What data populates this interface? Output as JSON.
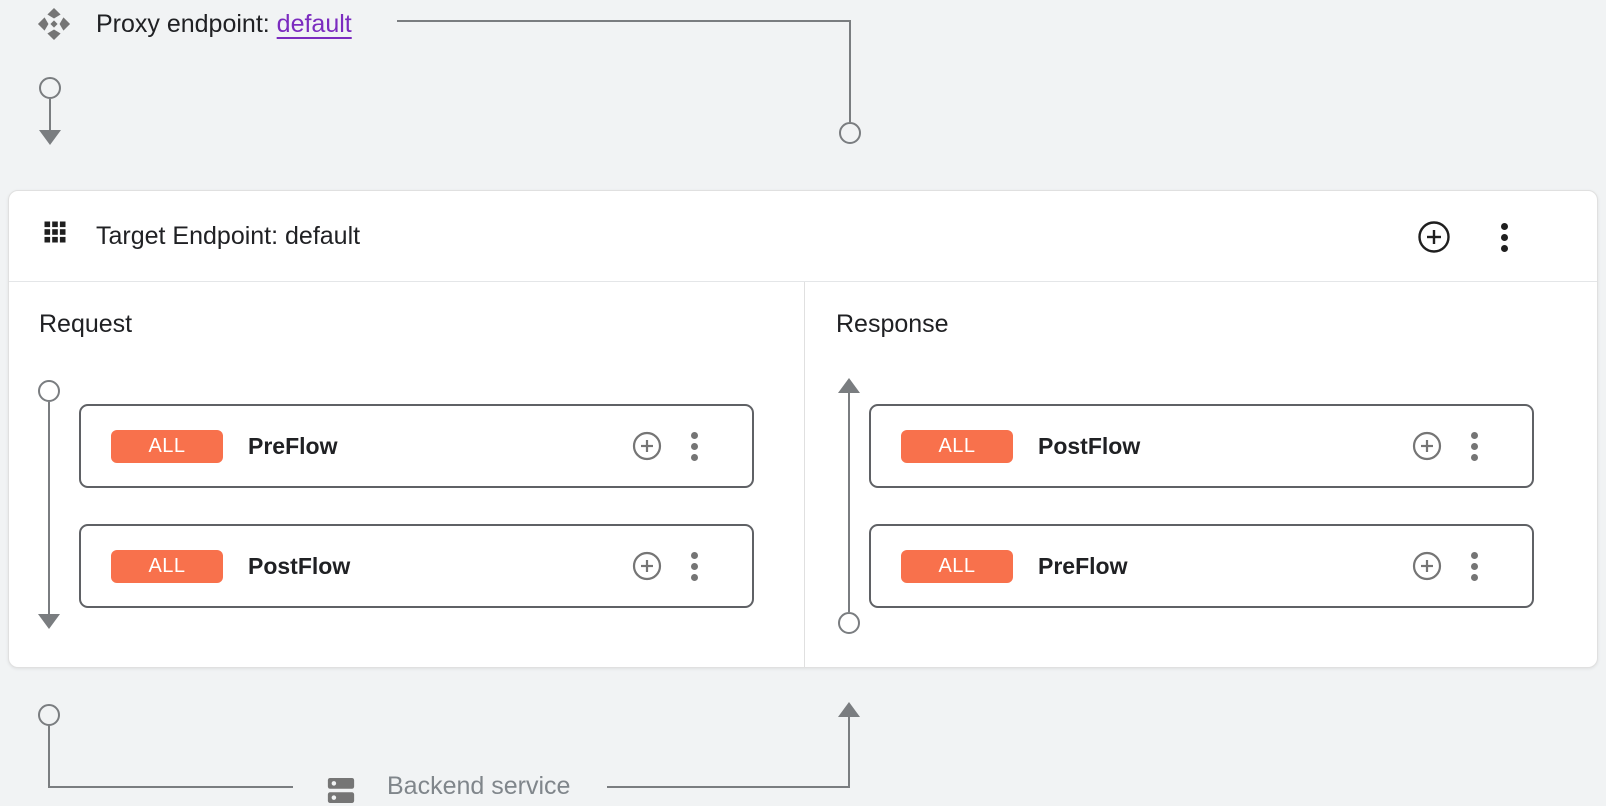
{
  "proxy": {
    "label": "Proxy endpoint:",
    "link_text": "default"
  },
  "target": {
    "title": "Target Endpoint: default"
  },
  "request": {
    "label": "Request",
    "flows": [
      {
        "badge": "ALL",
        "name": "PreFlow"
      },
      {
        "badge": "ALL",
        "name": "PostFlow"
      }
    ]
  },
  "response": {
    "label": "Response",
    "flows": [
      {
        "badge": "ALL",
        "name": "PostFlow"
      },
      {
        "badge": "ALL",
        "name": "PreFlow"
      }
    ]
  },
  "backend": {
    "label": "Backend service"
  },
  "colors": {
    "badge_bg": "#f8714c",
    "link_purple": "#7b2bbf",
    "connector_gray": "#7a7d80",
    "page_bg": "#f1f3f4"
  }
}
